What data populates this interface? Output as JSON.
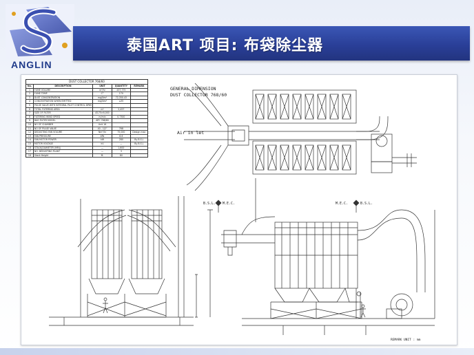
{
  "logo": {
    "text": "ANGLIN"
  },
  "title": "泰国ART 项目: 布袋除尘器",
  "drawing": {
    "table_title": "DUST COLLECTOR 768/60",
    "table_headers": [
      "No.",
      "DESCRIPTION",
      "UNIT",
      "QUANTITY",
      "REMARK"
    ],
    "rows": [
      [
        "1",
        "FUME VOLUME",
        "m³/hr",
        "437,775",
        ""
      ],
      [
        "2",
        "FUME TEMP",
        "C°",
        "170",
        ""
      ],
      [
        "3",
        "DUST CONCENTRATION",
        "mg/Nm³",
        "72,350.43",
        ""
      ],
      [
        "4",
        "CONCENTRATION WHEN EMITTED",
        "mg/Nm³",
        "≤35",
        ""
      ],
      [
        "5",
        "PULSE VALVE WITH INTEGRAL PILOT CONTROL DP65",
        "",
        "",
        ""
      ],
      [
        "6",
        "TOTAL FILTERING AREA",
        "m²",
        "2,457",
        ""
      ],
      [
        "7",
        "SIZE OF FILTER",
        "Ø175×6,000",
        "",
        ""
      ],
      [
        "8",
        "FILTERING WIND SPEED",
        "m/min",
        "0.7300",
        ""
      ],
      [
        "9",
        "BAG FILTER MODEL",
        "APC 768/60",
        "",
        ""
      ],
      [
        "10",
        "NO OF CHAMBER",
        "Unit 16",
        "",
        ""
      ],
      [
        "11",
        "NO OF PULSE VALVE",
        "40 - 1/2\"",
        "768",
        ""
      ],
      [
        "12",
        "DEDUSTING FAN VOLUME",
        "Nm³/hr",
        "75,000",
        "Design max"
      ],
      [
        "13",
        "FAN PRESSURE",
        "kPa",
        "6.6",
        ""
      ],
      [
        "14",
        "FAN MOTOR POWER",
        "kW",
        "280",
        "By B.S.L"
      ],
      [
        "15",
        "MOTOR VOLTAGE",
        "kV",
        "—",
        "By B.S.L"
      ],
      [
        "16",
        "STACK(DIAMETER (MM))",
        "—",
        "1,600",
        ""
      ],
      [
        "17",
        "NO. DEDUSTING PLANT",
        "—",
        "3",
        ""
      ],
      [
        "18",
        "Stack Height",
        "M.",
        "80",
        ""
      ]
    ],
    "general_title": "GENERAL DIMENSION",
    "general_subtitle": "DUST COLLECTOR 768/60",
    "air_inlet": "Air in let",
    "bsl_label": "B.S.L.",
    "mec_label": "M.E.C.",
    "remark": "REMARK   UNIT : mm"
  }
}
